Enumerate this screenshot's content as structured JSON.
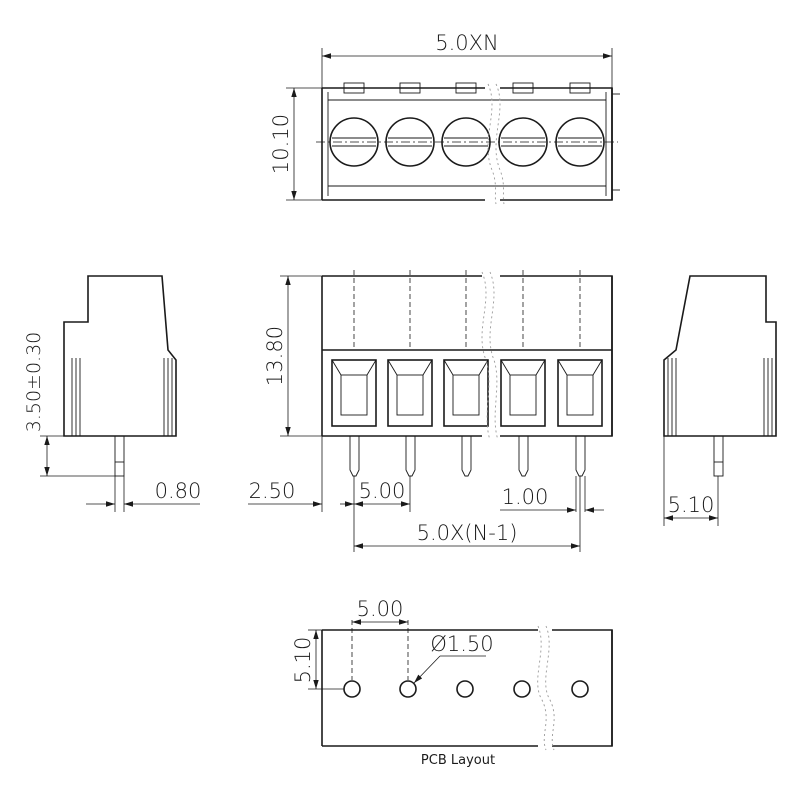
{
  "top_view": {
    "width_dim": "5.0XN",
    "height_dim": "10.10"
  },
  "left_side_view": {
    "pin_length_dim": "3.50±0.30",
    "pin_width_dim": "0.80"
  },
  "front_view": {
    "height_dim": "13.80",
    "edge_offset_dim": "2.50",
    "pitch_dim": "5.00",
    "pin_dim": "1.00",
    "span_dim": "5.0X(N-1)"
  },
  "right_side_view": {
    "offset_dim": "5.10"
  },
  "pcb_layout": {
    "pitch_dim": "5.00",
    "hole_dim": "Ø1.50",
    "offset_dim": "5.10",
    "caption": "PCB Layout"
  }
}
